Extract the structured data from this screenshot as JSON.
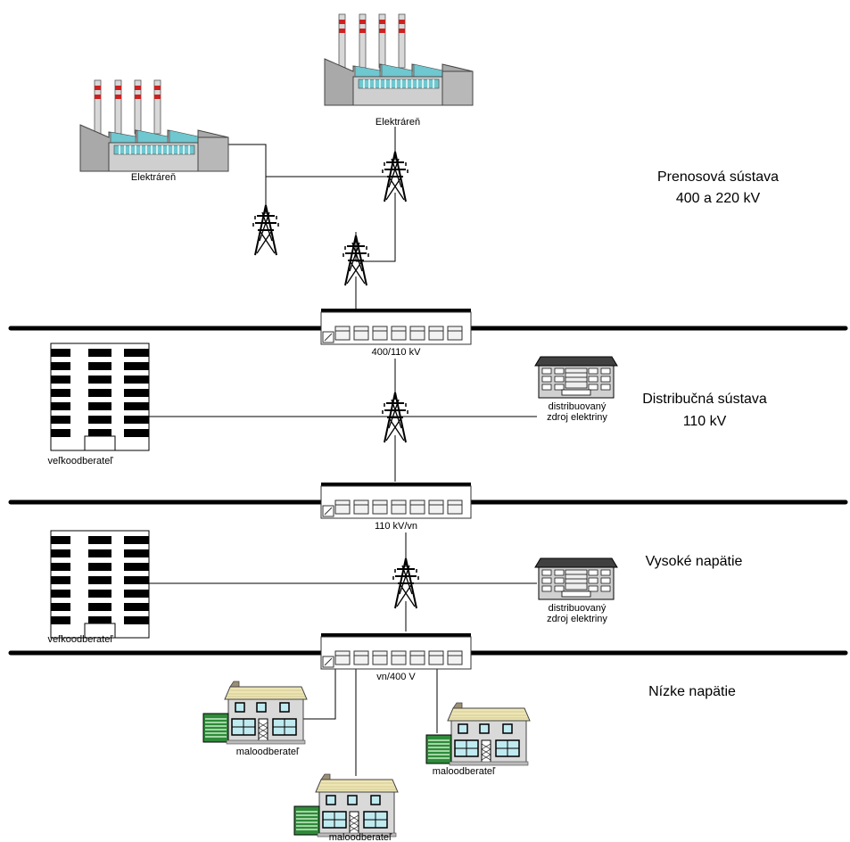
{
  "labels": {
    "plant_left": "Elektráreň",
    "plant_right": "Elektráreň",
    "substation_1": "400/110 kV",
    "substation_2": "110 kV/vn",
    "substation_3": "vn/400 V",
    "consumer_large_1": "veľkoodberateľ",
    "consumer_large_2": "veľkoodberateľ",
    "dist_source_1_line1": "distribuovaný",
    "dist_source_1_line2": "zdroj elektriny",
    "dist_source_2_line1": "distribuovaný",
    "dist_source_2_line2": "zdroj elektriny",
    "consumer_small_1": "maloodberateľ",
    "consumer_small_2": "maloodberateľ",
    "consumer_small_3": "maloodberateľ"
  },
  "levels": {
    "transmission_line1": "Prenosová sústava",
    "transmission_line2": "400 a 220 kV",
    "distribution_line1": "Distribučná sústava",
    "distribution_line2": "110 kV",
    "high_voltage": "Vysoké napätie",
    "low_voltage": "Nízke napätie"
  }
}
